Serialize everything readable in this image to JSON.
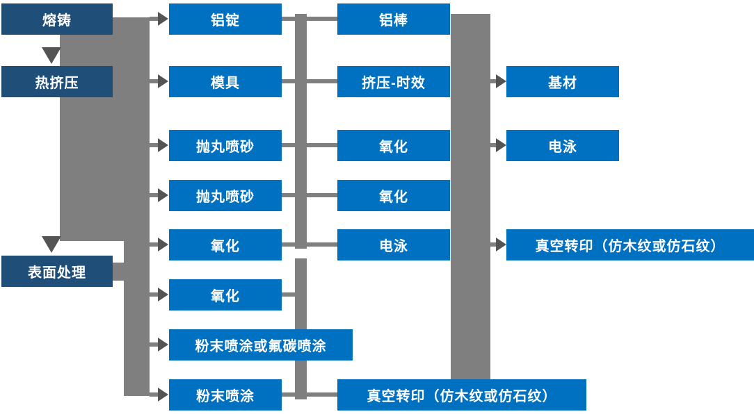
{
  "colors": {
    "dark_box": "#1F4E79",
    "blue_box": "#0070C0",
    "connector": "#7F7F7F",
    "arrow": "#545454",
    "node_text": "#FFFFFF",
    "background": "#FFFFFF"
  },
  "nodes": [
    {
      "label": "熔铸"
    },
    {
      "label": "热挤压"
    },
    {
      "label": "表面处理"
    },
    {
      "label": "铝锭"
    },
    {
      "label": "模具"
    },
    {
      "label": "抛丸喷砂"
    },
    {
      "label": "抛丸喷砂"
    },
    {
      "label": "氧化"
    },
    {
      "label": "氧化"
    },
    {
      "label": "粉末喷涂或氟碳喷涂"
    },
    {
      "label": "粉末喷涂"
    },
    {
      "label": "铝棒"
    },
    {
      "label": "挤压-时效"
    },
    {
      "label": "氧化"
    },
    {
      "label": "氧化"
    },
    {
      "label": "电泳"
    },
    {
      "label": "真空转印（仿木纹或仿石纹）"
    },
    {
      "label": "基材"
    },
    {
      "label": "电泳"
    },
    {
      "label": "真空转印（仿木纹或仿石纹）"
    }
  ]
}
